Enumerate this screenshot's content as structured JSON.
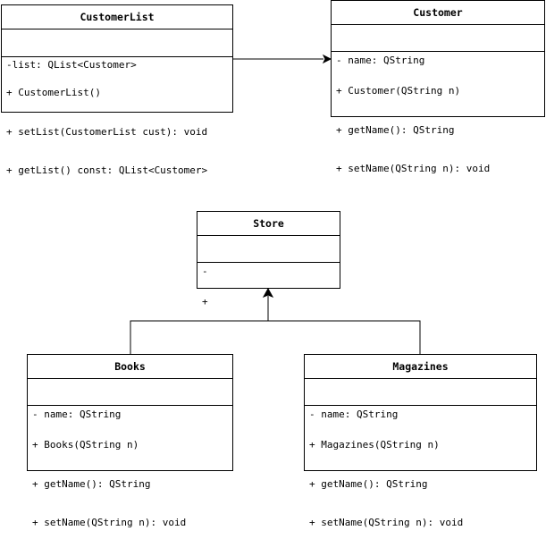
{
  "classes": {
    "customer_list": {
      "name": "CustomerList",
      "attributes": [
        "-list: QList<Customer>"
      ],
      "operations": [
        "+ CustomerList()",
        "+ setList(CustomerList cust): void",
        "+ getList() const: QList<Customer>"
      ]
    },
    "customer": {
      "name": "Customer",
      "attributes": [
        "- name: QString"
      ],
      "operations": [
        "+ Customer(QString n)",
        "+ getName(): QString",
        "+ setName(QString n): void"
      ]
    },
    "store": {
      "name": "Store",
      "attributes": [
        "-"
      ],
      "operations": [
        "+"
      ]
    },
    "books": {
      "name": "Books",
      "attributes": [
        "- name: QString"
      ],
      "operations": [
        "+ Books(QString n)",
        "+ getName(): QString",
        "+ setName(QString n): void"
      ]
    },
    "magazines": {
      "name": "Magazines",
      "attributes": [
        "- name: QString"
      ],
      "operations": [
        "+ Magazines(QString n)",
        "+ getName(): QString",
        "+ setName(QString n): void"
      ]
    }
  },
  "relationships": [
    {
      "from": "customer_list",
      "to": "customer",
      "type": "association"
    },
    {
      "from": "books",
      "to": "store",
      "type": "inheritance"
    },
    {
      "from": "magazines",
      "to": "store",
      "type": "inheritance"
    }
  ],
  "colors": {
    "line": "#000000",
    "background": "#ffffff"
  }
}
